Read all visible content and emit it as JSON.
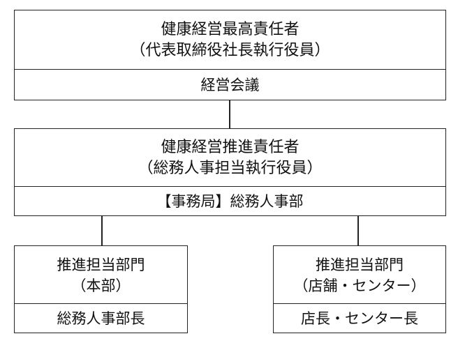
{
  "ceo_box": {
    "title": "健康経営最高責任者",
    "role": "（代表取締役社長執行役員）",
    "body": "経営会議"
  },
  "promotion_box": {
    "title": "健康経営推進責任者",
    "role": "（総務人事担当執行役員）",
    "office": "【事務局】総務人事部"
  },
  "hq_box": {
    "title": "推進担当部門",
    "scope": "（本部）",
    "lead": "総務人事部長"
  },
  "store_box": {
    "title": "推進担当部門",
    "scope": "（店舗・センター）",
    "lead": "店長・センター長"
  },
  "colors": {
    "line": "#222222",
    "text": "#111111",
    "background": "#ffffff"
  }
}
